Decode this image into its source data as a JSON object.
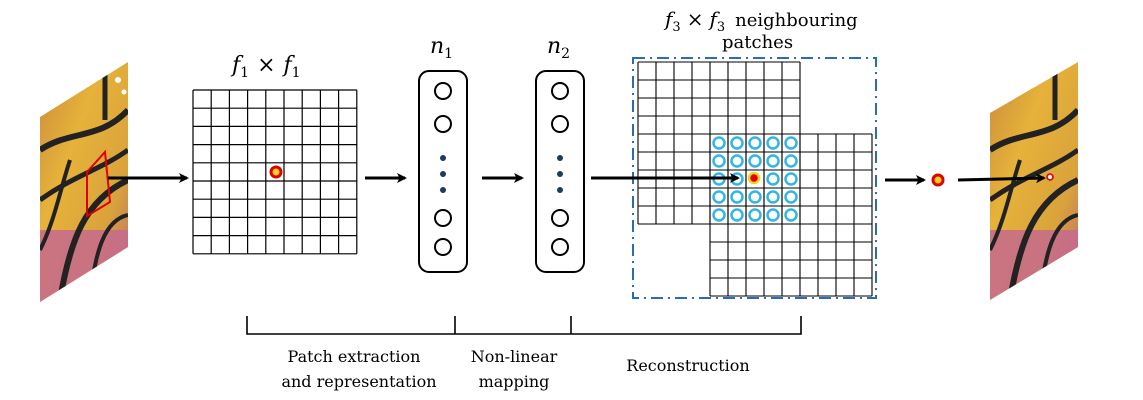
{
  "labels": {
    "f1_symbol": "f",
    "f1_sub": "1",
    "times": "×",
    "n1_symbol": "n",
    "n1_sub": "1",
    "n2_symbol": "n",
    "n2_sub": "2",
    "f3_symbol": "f",
    "f3_sub": "3",
    "neighbouring_text": "neighbouring",
    "patches_text": "patches"
  },
  "stages": [
    {
      "line1": "Patch extraction",
      "line2": "and representation"
    },
    {
      "line1": "Non-linear",
      "line2": "mapping"
    },
    {
      "line1": "Reconstruction",
      "line2": ""
    }
  ],
  "colors": {
    "ring_yellow": "#f2d21b",
    "ring_red": "#e00000",
    "cyan_ring": "#30b7e6",
    "dash_blue": "#2a6db5",
    "neuron_dot": "#1f3a5a"
  }
}
